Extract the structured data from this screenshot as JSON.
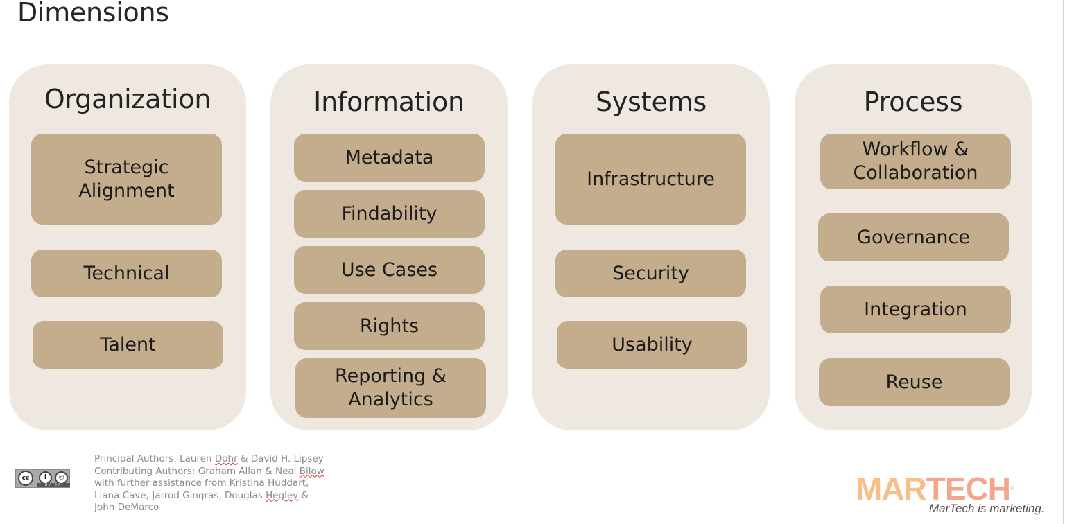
{
  "slide": {
    "title": "Dimensions",
    "columns": [
      {
        "heading": "Organization",
        "items": [
          "Strategic\nAlignment",
          "Technical",
          "Talent"
        ]
      },
      {
        "heading": "Information",
        "items": [
          "Metadata",
          "Findability",
          "Use Cases",
          "Rights",
          "Reporting &\nAnalytics"
        ]
      },
      {
        "heading": "Systems",
        "items": [
          "Infrastructure",
          "Security",
          "Usability"
        ]
      },
      {
        "heading": "Process",
        "items": [
          "Workflow &\nCollaboration",
          "Governance",
          "Integration",
          "Reuse"
        ]
      }
    ],
    "colors": {
      "card_bg": "#EFE8E1",
      "tile_bg": "#C3AD8D",
      "text": "#1E1E1E",
      "logo_orange": "#F7BE8A",
      "logo_salmon": "#F4A68C"
    }
  },
  "footer": {
    "license_badge": {
      "icon": "creative-commons-by-sa-icon",
      "labels": [
        "cc",
        "BY",
        "SA"
      ]
    },
    "credits": {
      "line1_a": "Principal Authors: Lauren ",
      "line1_b": "Dohr",
      "line1_c": " & David H. Lipsey",
      "line2_a": "Contributing Authors: Graham Allan & Neal ",
      "line2_b": "Bilow",
      "line3": "with further assistance from Kristina Huddart,",
      "line4_a": "Liana Cave, Jarrod Gingras, Douglas ",
      "line4_b": "Hegley",
      "line4_c": " &",
      "line5": "John DeMarco"
    },
    "logo": {
      "part1": "MAR",
      "part2": "TECH",
      "trademark": "®",
      "tagline": "MarTech is marketing."
    }
  }
}
